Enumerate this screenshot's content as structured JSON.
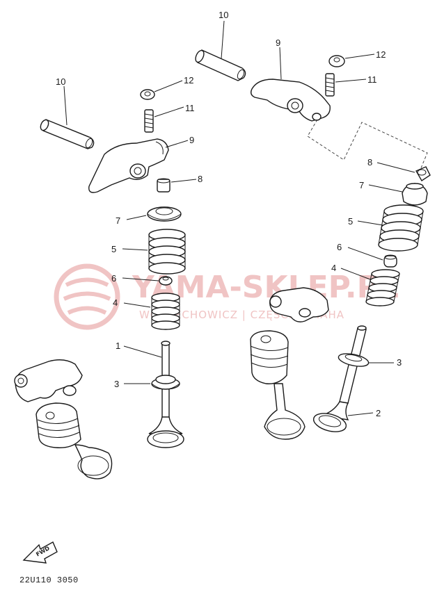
{
  "watermark": {
    "brand": "YAMA-SKLEP.PL",
    "tagline": "WOJCIECHOWICZ | CZĘŚCI YAMAHA"
  },
  "diagram": {
    "code": "22U110 3050",
    "fwd_label": "FWD",
    "callouts": {
      "c1": "1",
      "c2": "2",
      "c3a": "3",
      "c3b": "3",
      "c4a": "4",
      "c4b": "4",
      "c5a": "5",
      "c5b": "5",
      "c6a": "6",
      "c6b": "6",
      "c7a": "7",
      "c7b": "7",
      "c8a": "8",
      "c8b": "8",
      "c9a": "9",
      "c9b": "9",
      "c10a": "10",
      "c10b": "10",
      "c11a": "11",
      "c11b": "11",
      "c12a": "12",
      "c12b": "12"
    }
  }
}
